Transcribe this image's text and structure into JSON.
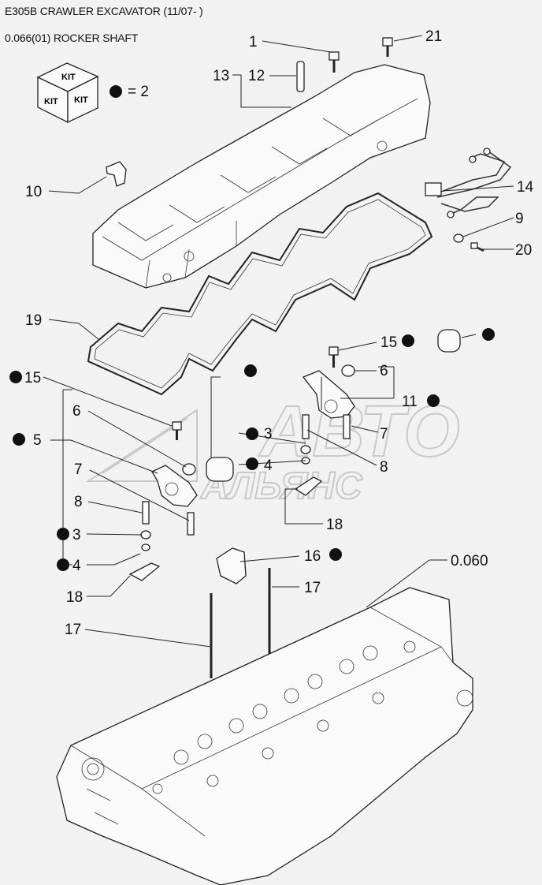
{
  "header": {
    "title": "E305B CRAWLER EXCAVATOR (11/07- )",
    "subtitle": "0.066(01) ROCKER SHAFT"
  },
  "kit_legend": {
    "kit_text": "KIT",
    "equals_text": "= 2"
  },
  "watermark": {
    "line1": "АВТО",
    "line2": "АЛЬЯНС"
  },
  "callouts": {
    "c1": "1",
    "c21": "21",
    "c13": "13",
    "c12": "12",
    "c10": "10",
    "c14": "14",
    "c9": "9",
    "c20": "20",
    "c19": "19",
    "c15a": "15",
    "c15b": "15",
    "c6a": "6",
    "c6b": "6",
    "c11": "11",
    "c5": "5",
    "c3a": "3",
    "c3b": "3",
    "c4a": "4",
    "c4b": "4",
    "c7a": "7",
    "c7b": "7",
    "c8a": "8",
    "c8b": "8",
    "c18a": "18",
    "c18b": "18",
    "c16": "16",
    "c17a": "17",
    "c17b": "17",
    "ref": "0.060"
  },
  "colors": {
    "background": "#f2f2f2",
    "ink": "#111111",
    "watermark": "#c9c9c9"
  }
}
